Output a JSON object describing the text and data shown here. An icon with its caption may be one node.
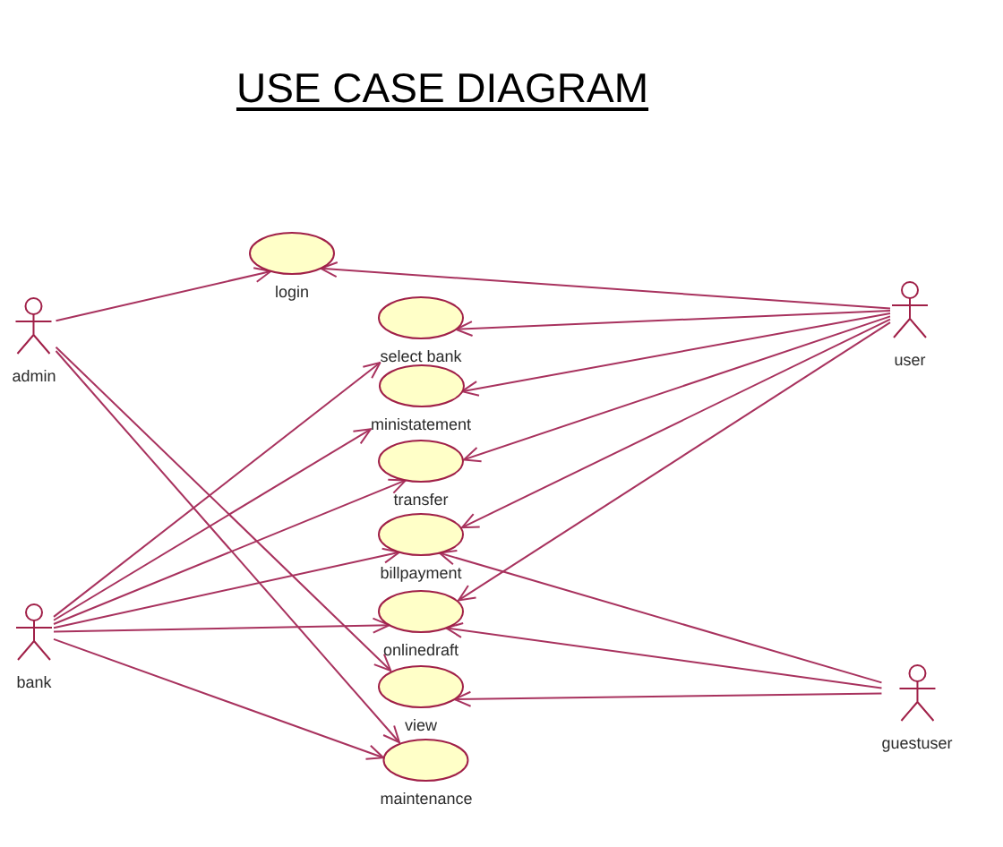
{
  "diagram": {
    "title": "USE CASE DIAGRAM",
    "nodes": [
      {
        "text": [
          "admin"
        ]
      },
      {
        "text": [
          "bank"
        ]
      },
      {
        "text": [
          "login"
        ]
      },
      {
        "text": [
          "select bank"
        ]
      },
      {
        "text": [
          "ministatement"
        ]
      },
      {
        "text": [
          "transfer"
        ]
      },
      {
        "text": [
          "billpayment"
        ]
      },
      {
        "text": [
          "onlinedraft"
        ]
      },
      {
        "text": [
          "view"
        ]
      },
      {
        "text": [
          "maintenance"
        ]
      },
      {
        "text": [
          "user"
        ]
      },
      {
        "text": [
          "guestuser"
        ]
      }
    ],
    "edges": [
      {
        "from": 0,
        "to": 2,
        "arrow": "to"
      },
      {
        "from": 0,
        "to": 8,
        "arrow": "to"
      },
      {
        "from": 0,
        "to": 9,
        "arrow": "to"
      },
      {
        "from": 1,
        "to": 3,
        "arrow": "to"
      },
      {
        "from": 1,
        "to": 4,
        "arrow": "to"
      },
      {
        "from": 1,
        "to": 5,
        "arrow": "to"
      },
      {
        "from": 1,
        "to": 6,
        "arrow": "to"
      },
      {
        "from": 1,
        "to": 7,
        "arrow": "to"
      },
      {
        "from": 1,
        "to": 9,
        "arrow": "to"
      },
      {
        "from": 10,
        "to": 2,
        "arrow": "to"
      },
      {
        "from": 10,
        "to": 3,
        "arrow": "to"
      },
      {
        "from": 10,
        "to": 4,
        "arrow": "to"
      },
      {
        "from": 10,
        "to": 5,
        "arrow": "to"
      },
      {
        "from": 10,
        "to": 6,
        "arrow": "to"
      },
      {
        "from": 10,
        "to": 7,
        "arrow": "to"
      },
      {
        "from": 11,
        "to": 6,
        "arrow": "to"
      },
      {
        "from": 11,
        "to": 7,
        "arrow": "to"
      },
      {
        "from": 11,
        "to": 8,
        "arrow": "to"
      }
    ]
  }
}
